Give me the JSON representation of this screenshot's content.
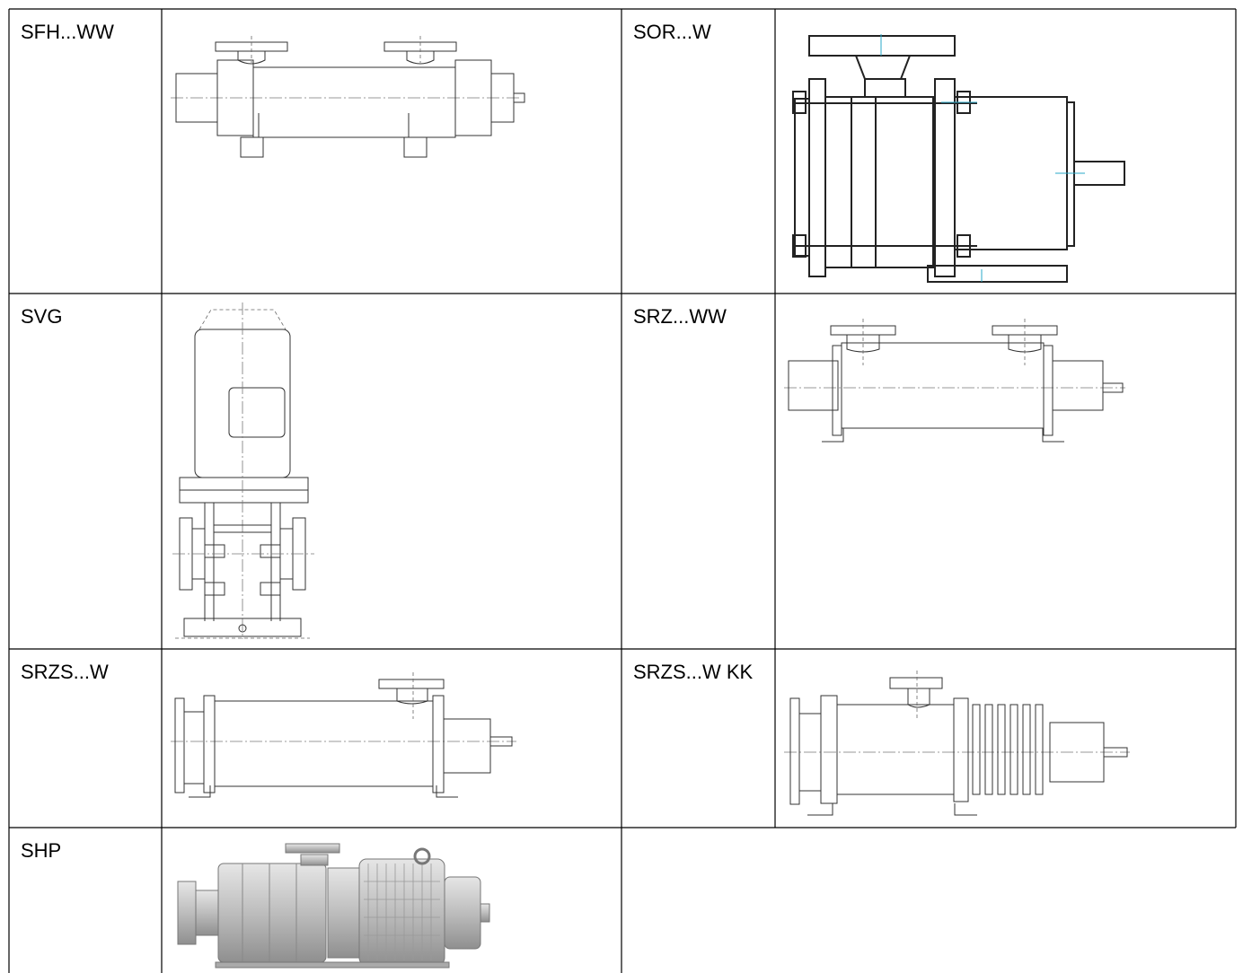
{
  "pumps": [
    {
      "label": "SFH...WW"
    },
    {
      "label": "SOR...W"
    },
    {
      "label": "SVG"
    },
    {
      "label": "SRZ...WW"
    },
    {
      "label": "SRZS...W"
    },
    {
      "label": "SRZS...W KK"
    },
    {
      "label": "SHP"
    }
  ],
  "colors": {
    "border": "#000000",
    "line": "#333333",
    "centerline": "#2aa8c8",
    "render": "#b8b8b8"
  }
}
